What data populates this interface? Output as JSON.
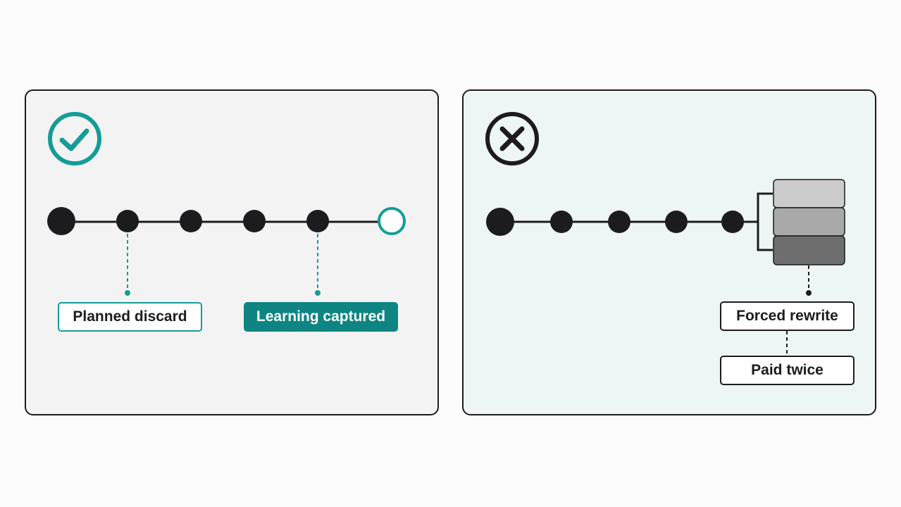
{
  "colors": {
    "accent": "#149c98",
    "accent_dark": "#0e8583",
    "ink": "#1c1c1e",
    "left_panel_bg": "#f3f3f3",
    "right_panel_bg": "#eef6f5"
  },
  "left_panel": {
    "status_icon": "check-circle-icon",
    "labels": {
      "planned_discard": "Planned discard",
      "learning_captured": "Learning captured"
    }
  },
  "right_panel": {
    "status_icon": "x-circle-icon",
    "labels": {
      "forced_rewrite": "Forced rewrite",
      "paid_twice": "Paid twice"
    }
  }
}
